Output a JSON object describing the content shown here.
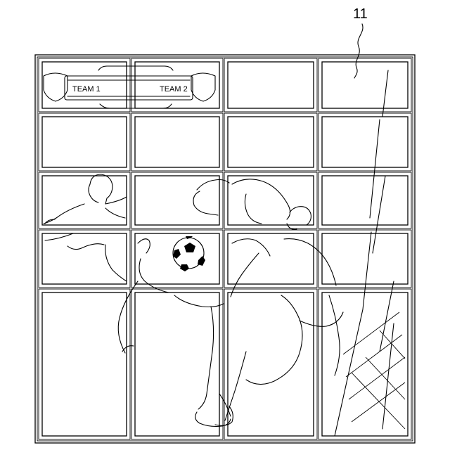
{
  "figure": {
    "reference_numeral": "11",
    "scoreboard": {
      "team1_label": "TEAM 1",
      "team2_label": "TEAM 2"
    }
  },
  "colors": {
    "line": "#000000",
    "background": "#ffffff"
  },
  "icons": [
    "soccer-ball-icon",
    "team-badge-icon"
  ]
}
